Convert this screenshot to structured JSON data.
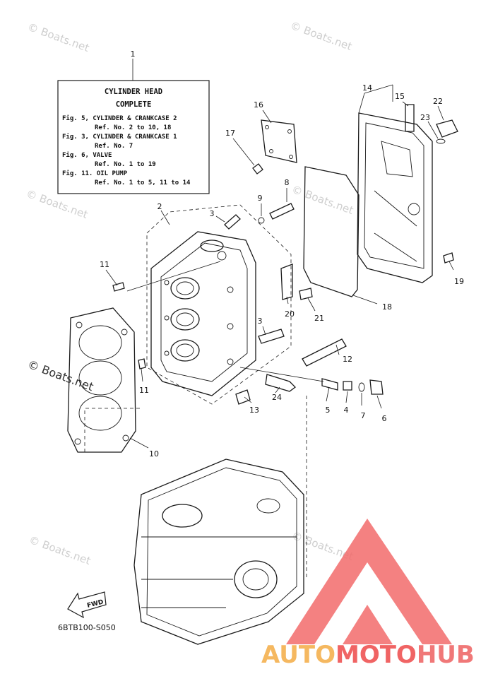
{
  "note_box": {
    "title_line1": "CYLINDER HEAD",
    "title_line2": "COMPLETE",
    "lines": [
      "Fig. 5, CYLINDER & CRANKCASE 2",
      "Ref. No. 2 to 10, 18",
      "Fig. 3, CYLINDER & CRANKCASE 1",
      "Ref. No. 7",
      "Fig. 6, VALVE",
      "Ref. No. 1 to 19",
      "Fig. 11. OIL PUMP",
      "Ref. No. 1 to 5, 11 to 14"
    ]
  },
  "callouts": {
    "c1": "1",
    "c2": "2",
    "c3a": "3",
    "c3b": "3",
    "c4": "4",
    "c5": "5",
    "c6": "6",
    "c7": "7",
    "c8": "8",
    "c9": "9",
    "c10": "10",
    "c11a": "11",
    "c11b": "11",
    "c12": "12",
    "c13": "13",
    "c14": "14",
    "c15": "15",
    "c16": "16",
    "c17": "17",
    "c18": "18",
    "c19": "19",
    "c20": "20",
    "c21": "21",
    "c22": "22",
    "c23": "23",
    "c24": "24"
  },
  "fwd_label": "FWD",
  "drawing_code": "6BTB100-S050",
  "watermark_text": "© Boats.net",
  "brand": {
    "auto": "AUTO",
    "moto": "MOTO",
    "hub": "HUB",
    "color_auto": "#f5b860",
    "color_moto": "#f06464",
    "color_hub": "#f07878",
    "logo_color": "#f26b6b"
  }
}
